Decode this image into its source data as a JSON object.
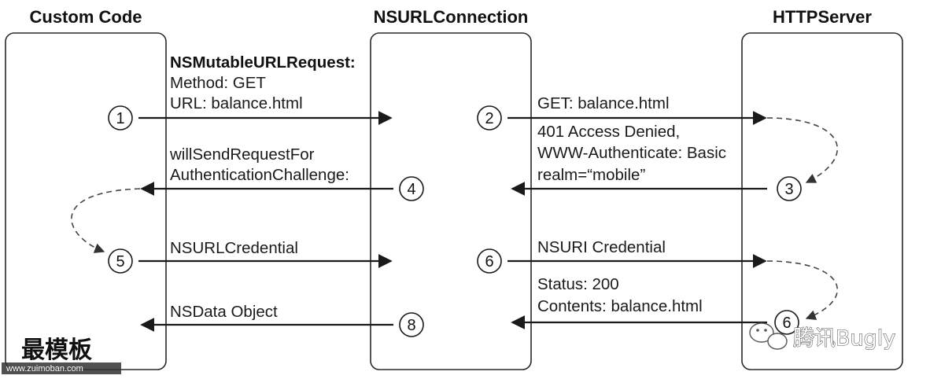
{
  "columns": [
    {
      "id": "custom",
      "title": "Custom Code"
    },
    {
      "id": "conn",
      "title": "NSURLConnection"
    },
    {
      "id": "server",
      "title": "HTTPServer"
    }
  ],
  "steps": [
    {
      "id": "s1",
      "number": "1",
      "lines": [
        "NSMutableURLRequest:",
        "Method: GET",
        "URL: balance.html"
      ]
    },
    {
      "id": "s2",
      "number": "2",
      "lines": [
        "GET: balance.html"
      ]
    },
    {
      "id": "s3",
      "number": "3",
      "lines": [
        "401 Access Denied,",
        "WWW-Authenticate: Basic",
        "realm=“mobile”"
      ]
    },
    {
      "id": "s4",
      "number": "4",
      "lines": [
        "willSendRequestFor",
        "AuthenticationChallenge:"
      ]
    },
    {
      "id": "s5",
      "number": "5",
      "lines": [
        "NSURLCredential"
      ]
    },
    {
      "id": "s6a",
      "number": "6",
      "lines": [
        "NSURI Credential"
      ]
    },
    {
      "id": "s6b",
      "number": "6",
      "lines": [
        "Status: 200",
        "Contents: balance.html"
      ]
    },
    {
      "id": "s8",
      "number": "8",
      "lines": [
        "NSData Object"
      ]
    }
  ],
  "watermarks": {
    "left_cn": "最模板",
    "left_url": "www.zuimoban.com",
    "right": "腾讯Bugly"
  },
  "colors": {
    "line": "#1a1a1a",
    "box_border": "#2a2a2a",
    "dashed": "#555555"
  }
}
